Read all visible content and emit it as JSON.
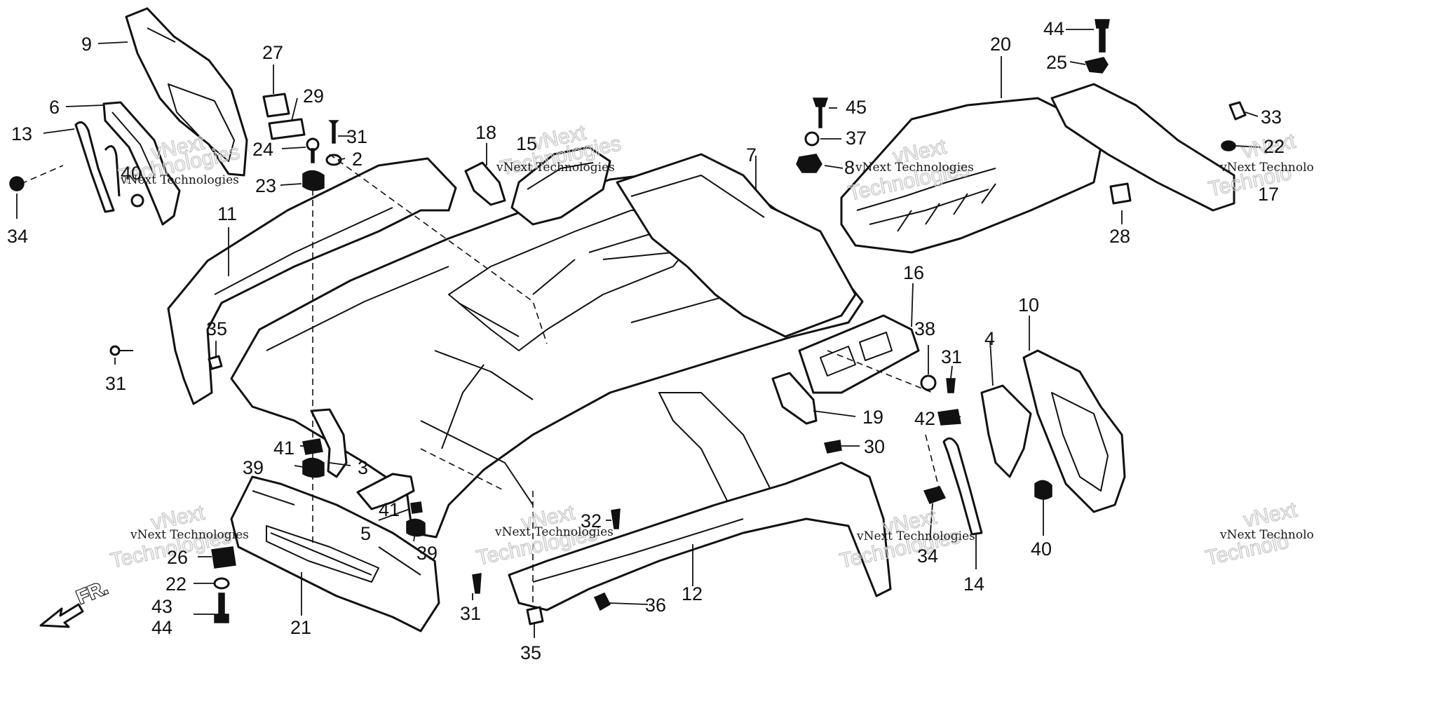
{
  "diagram": {
    "direction_label": "FR.",
    "watermark": {
      "small_line_1": "vNext Technologies",
      "small_line_2": "vNext Technolo",
      "big_line_1": "vNext",
      "big_line_2": "Technologies",
      "big_line_3": "Technolo"
    },
    "callouts": [
      {
        "id": "c9",
        "label": "9"
      },
      {
        "id": "c6",
        "label": "6"
      },
      {
        "id": "c13",
        "label": "13"
      },
      {
        "id": "c40a",
        "label": "40"
      },
      {
        "id": "c34a",
        "label": "34"
      },
      {
        "id": "c27",
        "label": "27"
      },
      {
        "id": "c29",
        "label": "29"
      },
      {
        "id": "c31a",
        "label": "31"
      },
      {
        "id": "c24",
        "label": "24"
      },
      {
        "id": "c2",
        "label": "2"
      },
      {
        "id": "c23",
        "label": "23"
      },
      {
        "id": "c11",
        "label": "11"
      },
      {
        "id": "c35a",
        "label": "35"
      },
      {
        "id": "c31b",
        "label": "31"
      },
      {
        "id": "c18",
        "label": "18"
      },
      {
        "id": "c15",
        "label": "15"
      },
      {
        "id": "c7",
        "label": "7"
      },
      {
        "id": "c45",
        "label": "45"
      },
      {
        "id": "c37",
        "label": "37"
      },
      {
        "id": "c8",
        "label": "8"
      },
      {
        "id": "c20",
        "label": "20"
      },
      {
        "id": "c44a",
        "label": "44"
      },
      {
        "id": "c25",
        "label": "25"
      },
      {
        "id": "c33",
        "label": "33"
      },
      {
        "id": "c22a",
        "label": "22"
      },
      {
        "id": "c17",
        "label": "17"
      },
      {
        "id": "c28",
        "label": "28"
      },
      {
        "id": "c16",
        "label": "16"
      },
      {
        "id": "c10",
        "label": "10"
      },
      {
        "id": "c38",
        "label": "38"
      },
      {
        "id": "c31c",
        "label": "31"
      },
      {
        "id": "c4",
        "label": "4"
      },
      {
        "id": "c42",
        "label": "42"
      },
      {
        "id": "c19",
        "label": "19"
      },
      {
        "id": "c30",
        "label": "30"
      },
      {
        "id": "c41a",
        "label": "41"
      },
      {
        "id": "c3",
        "label": "3"
      },
      {
        "id": "c39a",
        "label": "39"
      },
      {
        "id": "c41b",
        "label": "41"
      },
      {
        "id": "c5",
        "label": "5"
      },
      {
        "id": "c39b",
        "label": "39"
      },
      {
        "id": "c26",
        "label": "26"
      },
      {
        "id": "c22b",
        "label": "22"
      },
      {
        "id": "c43",
        "label": "43"
      },
      {
        "id": "c44b",
        "label": "44"
      },
      {
        "id": "c21",
        "label": "21"
      },
      {
        "id": "c32",
        "label": "32"
      },
      {
        "id": "c31d",
        "label": "31"
      },
      {
        "id": "c35b",
        "label": "35"
      },
      {
        "id": "c12",
        "label": "12"
      },
      {
        "id": "c36",
        "label": "36"
      },
      {
        "id": "c34b",
        "label": "34"
      },
      {
        "id": "c14",
        "label": "14"
      },
      {
        "id": "c40b",
        "label": "40"
      }
    ]
  }
}
